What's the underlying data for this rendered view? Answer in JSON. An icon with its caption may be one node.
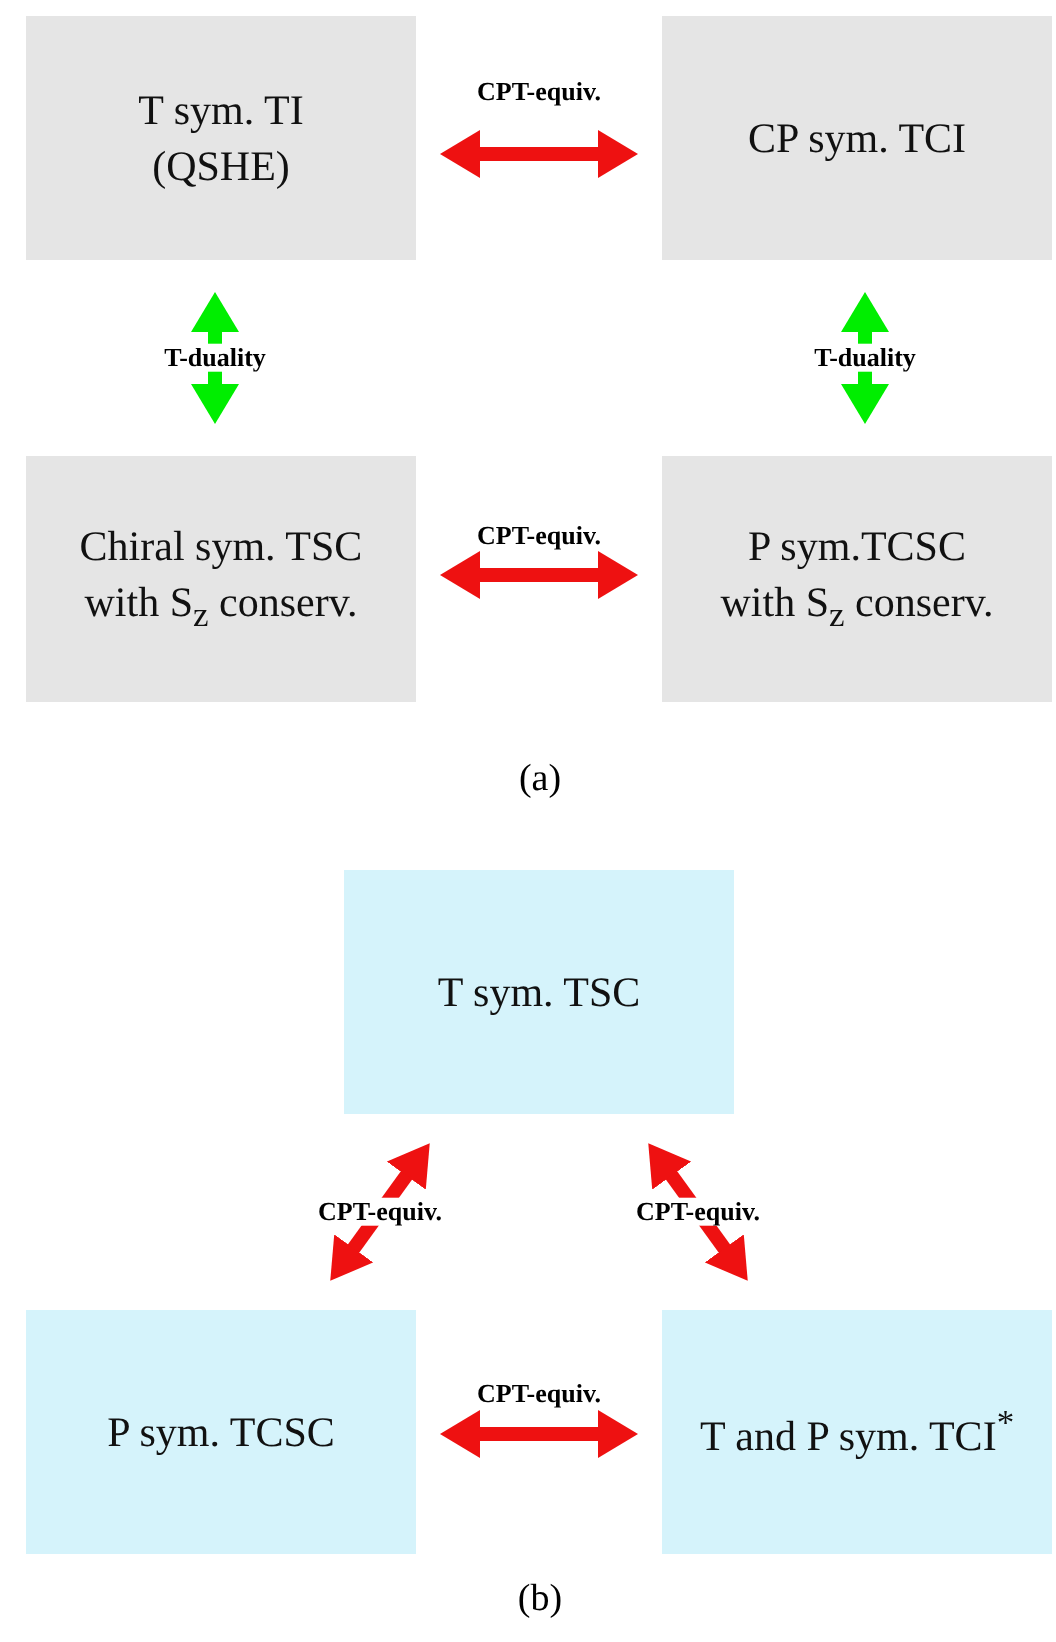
{
  "diagram": {
    "nodes": [
      {
        "text": [
          "T sym. TI (QSHE)"
        ]
      },
      {
        "text": [
          "CP sym. TCI"
        ]
      },
      {
        "text": [
          "Chiral sym. TSC with S$_{z}$ conserv."
        ]
      },
      {
        "text": [
          "P sym.TCSC with S$_{z}$ conserv."
        ]
      },
      {
        "text": [
          "T sym. TSC"
        ]
      },
      {
        "text": [
          "P sym. TCSC"
        ]
      },
      {
        "text": [
          "T and P sym. TCI$^{*}$"
        ]
      }
    ],
    "edges": [
      {
        "from": 0,
        "to": 1,
        "arrow": "both",
        "label": "CPT-equiv."
      },
      {
        "from": 0,
        "to": 2,
        "arrow": "both",
        "label": "T-duality",
        "color": "#00ee00"
      },
      {
        "from": 1,
        "to": 3,
        "arrow": "both",
        "label": "T-duality",
        "color": "#00ee00"
      },
      {
        "from": 2,
        "to": 3,
        "arrow": "both",
        "label": "CPT-equiv."
      },
      {
        "from": 4,
        "to": 5,
        "arrow": "both",
        "label": "CPT-equiv."
      },
      {
        "from": 4,
        "to": 6,
        "arrow": "both",
        "label": "CPT-equiv."
      },
      {
        "from": 5,
        "to": 6,
        "arrow": "both",
        "label": "CPT-equiv."
      }
    ],
    "labels": [
      "(a)",
      "(b)"
    ]
  }
}
